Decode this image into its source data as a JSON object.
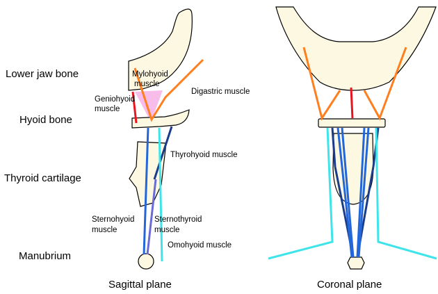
{
  "labels": {
    "lower_jaw_bone": "Lower jaw bone",
    "hyoid_bone": "Hyoid bone",
    "thyroid_cartilage": "Thyroid cartilage",
    "manubrium": "Manubrium"
  },
  "muscles": {
    "mylohyoid_1": "Mylohyoid",
    "mylohyoid_2": "muscle",
    "geniohyoid_1": "Geniohyoid",
    "geniohyoid_2": "muscle",
    "digastric": "Digastric muscle",
    "thyrohyoid": "Thyrohyoid muscle",
    "sternohyoid_1": "Sternohyoid",
    "sternohyoid_2": "muscle",
    "sternothyroid_1": "Sternothyroid",
    "sternothyroid_2": "muscle",
    "omohyoid": "Omohyoid muscle"
  },
  "captions": {
    "sagittal": "Sagittal plane",
    "coronal": "Coronal plane"
  },
  "colors": {
    "bone_fill": "#fcf8e2",
    "digastric": "#ff7f1e",
    "geniohyoid": "#e8141e",
    "mylohyoid": "#f7b5e8",
    "thyrohyoid": "#1a3c8c",
    "sternohyoid": "#2266d8",
    "sternothyroid": "#6a6ad8",
    "omohyoid": "#3fe4ea"
  }
}
